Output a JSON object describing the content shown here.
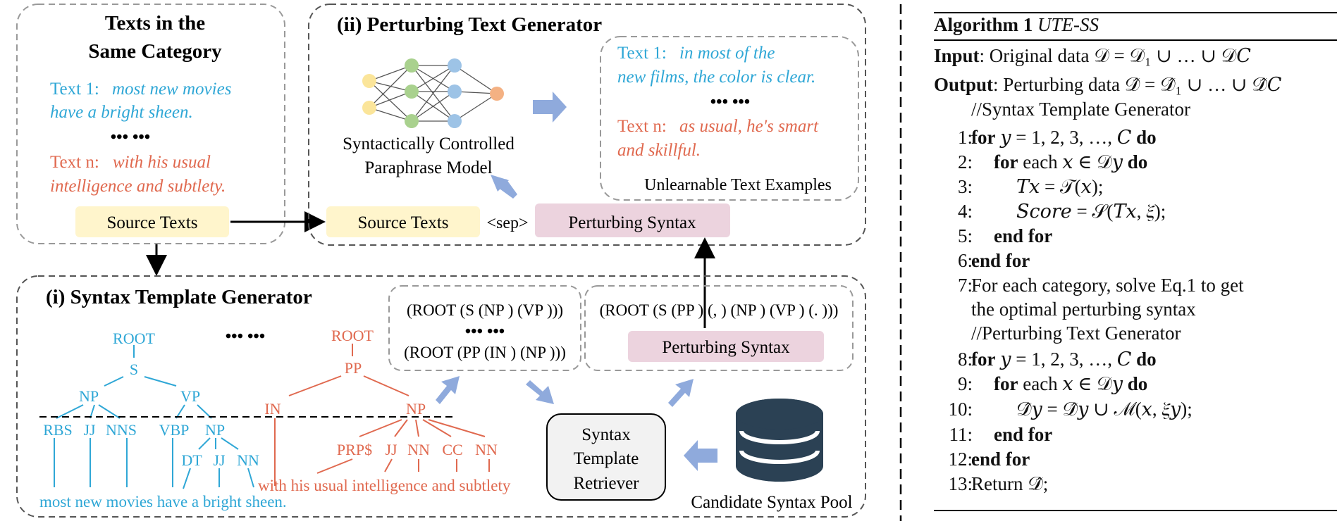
{
  "panel_left": {
    "title_line1": "Texts in the",
    "title_line2": "Same Category",
    "text1_prefix": "Text 1:",
    "text1_line1": "most new movies",
    "text1_line2": "have a bright sheen.",
    "ellipsis": "••• •••",
    "textn_prefix": "Text n:",
    "textn_line1": "with his usual",
    "textn_line2": "intelligence and subtlety.",
    "source_label": "Source Texts"
  },
  "panel_ii": {
    "title": "(ii) Perturbing Text Generator",
    "model_line1": "Syntactically Controlled",
    "model_line2": "Paraphrase Model",
    "out_text1_prefix": "Text 1:",
    "out_text1_line1": "in most of the",
    "out_text1_line2": "new films, the color is clear.",
    "out_ellipsis": "••• •••",
    "out_textn_prefix": "Text n:",
    "out_textn_line1": "as usual, he's smart",
    "out_textn_line2": "and skillful.",
    "out_caption": "Unlearnable Text Examples",
    "source_label": "Source Texts",
    "sep": "<sep>",
    "perturb_label": "Perturbing Syntax"
  },
  "panel_i": {
    "title": "(i) Syntax Template Generator",
    "tree1": {
      "root": "ROOT",
      "s": "S",
      "np": "NP",
      "vp": "VP",
      "rbs": "RBS",
      "jj": "JJ",
      "nns": "NNS",
      "vbp": "VBP",
      "np2": "NP",
      "dt": "DT",
      "jj2": "JJ",
      "nn": "NN",
      "sentence": "most new movies have a bright sheen."
    },
    "tree_ellipsis": "••• •••",
    "tree2": {
      "root": "ROOT",
      "pp": "PP",
      "in": "IN",
      "np": "NP",
      "prp": "PRP$",
      "jj": "JJ",
      "nn": "NN",
      "cc": "CC",
      "nn2": "NN",
      "sentence": "with his usual intelligence and subtlety"
    },
    "template1": "(ROOT (S (NP ) (VP )))",
    "template_ellipsis": "••• •••",
    "template2": "(ROOT (PP (IN ) (NP )))",
    "selected_template": "(ROOT (S (PP ) (, ) (NP ) (VP ) (. )))",
    "perturb_label": "Perturbing Syntax",
    "retriever_line1": "Syntax",
    "retriever_line2": "Template",
    "retriever_line3": "Retriever",
    "pool_label": "Candidate Syntax Pool"
  },
  "algorithm": {
    "title_bold": "Algorithm 1",
    "title_italic": "UTE-SS",
    "input_label": "Input",
    "input_text": ": Original data 𝒟 = 𝒟₁ ∪ … ∪ 𝒟𝐶",
    "output_label": "Output",
    "output_text": ": Perturbing data 𝒟̂ = 𝒟̂₁ ∪ … ∪ 𝒟̂𝐶",
    "comment1": "//Syntax Template Generator",
    "lines": [
      {
        "n": "1:",
        "kw": "for",
        "text": " 𝑦 = 1, 2, 3, …, 𝐶 ",
        "kw2": "do"
      },
      {
        "n": "2:",
        "kw": "for",
        "text": "  each 𝑥 ∈ 𝒟𝑦 ",
        "kw2": "do"
      },
      {
        "n": "3:",
        "kw": "",
        "text": "𝑇𝑥 = 𝒯(𝑥);",
        "kw2": ""
      },
      {
        "n": "4:",
        "kw": "",
        "text": "𝑆𝑐𝑜𝑟𝑒 = 𝒮(𝑇𝑥, 𝜉);",
        "kw2": ""
      },
      {
        "n": "5:",
        "kw": "end for",
        "text": "",
        "kw2": ""
      },
      {
        "n": "6:",
        "kw": "end for",
        "text": "",
        "kw2": ""
      },
      {
        "n": "7:",
        "kw": "",
        "text": "For each category, solve Eq.1 to get",
        "kw2": ""
      },
      {
        "n": "",
        "kw": "",
        "text": "the optimal perturbing syntax",
        "kw2": ""
      },
      {
        "n": "",
        "kw": "",
        "text": "//Perturbing Text Generator",
        "kw2": ""
      },
      {
        "n": "8:",
        "kw": "for",
        "text": " 𝑦 = 1, 2, 3, …, 𝐶 ",
        "kw2": "do"
      },
      {
        "n": "9:",
        "kw": "for",
        "text": "  each 𝑥 ∈ 𝒟𝑦 ",
        "kw2": "do"
      },
      {
        "n": "10:",
        "kw": "",
        "text": "𝒟̂𝑦 = 𝒟̂𝑦 ∪ ℳ(𝑥, 𝜉𝑦);",
        "kw2": ""
      },
      {
        "n": "11:",
        "kw": "end for",
        "text": "",
        "kw2": ""
      },
      {
        "n": "12:",
        "kw": "end for",
        "text": "",
        "kw2": ""
      },
      {
        "n": "13:",
        "kw": "",
        "text": "Return 𝒟̂;",
        "kw2": ""
      }
    ]
  },
  "colors": {
    "blue": "#2fa7d6",
    "red": "#e0694f",
    "yellow": "#fff5cc",
    "pink": "#ecd3de",
    "arrow_blue": "#8faadc",
    "db": "#2b4154"
  }
}
